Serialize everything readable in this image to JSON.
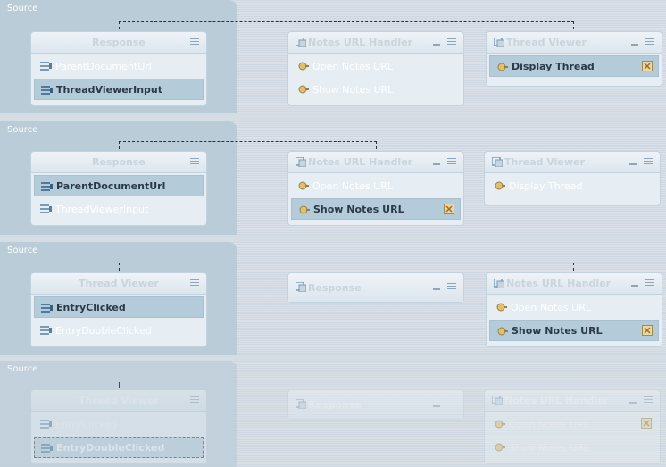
{
  "colors": {
    "source_area": "#b9ccd7",
    "selected_port": "#b4cbd9",
    "wire": "#2a2f38",
    "panel": "#cfd8e1"
  },
  "panels": [
    {
      "source_label": "Source",
      "nodes": [
        {
          "title": "Response",
          "icon": "list-icon",
          "ports": [
            "ParentDocumentUrl",
            "ThreadViewerInput"
          ],
          "selected_port": 1
        },
        {
          "title": "Notes URL Handler",
          "icon": "link-icon",
          "ports": [
            "Open Notes URL",
            "Show Notes URL"
          ],
          "selected_port": -1
        },
        {
          "title": "Thread Viewer",
          "icon": "link-icon",
          "ports": [
            "Display Thread"
          ],
          "selected_port": 0
        }
      ]
    },
    {
      "source_label": "Source",
      "nodes": [
        {
          "title": "Response",
          "icon": "list-icon",
          "ports": [
            "ParentDocumentUrl",
            "ThreadViewerInput"
          ],
          "selected_port": 0
        },
        {
          "title": "Notes URL Handler",
          "icon": "link-icon",
          "ports": [
            "Open Notes URL",
            "Show Notes URL"
          ],
          "selected_port": 1
        },
        {
          "title": "Thread Viewer",
          "icon": "link-icon",
          "ports": [
            "Display Thread"
          ],
          "selected_port": -1
        }
      ]
    },
    {
      "source_label": "Source",
      "nodes": [
        {
          "title": "Thread Viewer",
          "icon": "list-icon",
          "ports": [
            "EntryClicked",
            "EntryDoubleClicked"
          ],
          "selected_port": 0
        },
        {
          "title": "Response",
          "icon": "link-icon",
          "ports": [],
          "selected_port": -1
        },
        {
          "title": "Notes URL Handler",
          "icon": "link-icon",
          "ports": [
            "Open Notes URL",
            "Show Notes URL"
          ],
          "selected_port": 1
        }
      ]
    },
    {
      "source_label": "Source",
      "nodes": [
        {
          "title": "Thread Viewer",
          "icon": "list-icon",
          "ports": [
            "EntryClicked",
            "EntryDoubleClicked"
          ],
          "selected_port": 1
        },
        {
          "title": "Response",
          "icon": "link-icon",
          "ports": [],
          "selected_port": -1
        },
        {
          "title": "Notes URL Handler",
          "icon": "link-icon",
          "ports": [
            "Open Notes URL",
            "Show Notes URL"
          ],
          "selected_port": 0
        }
      ]
    }
  ]
}
